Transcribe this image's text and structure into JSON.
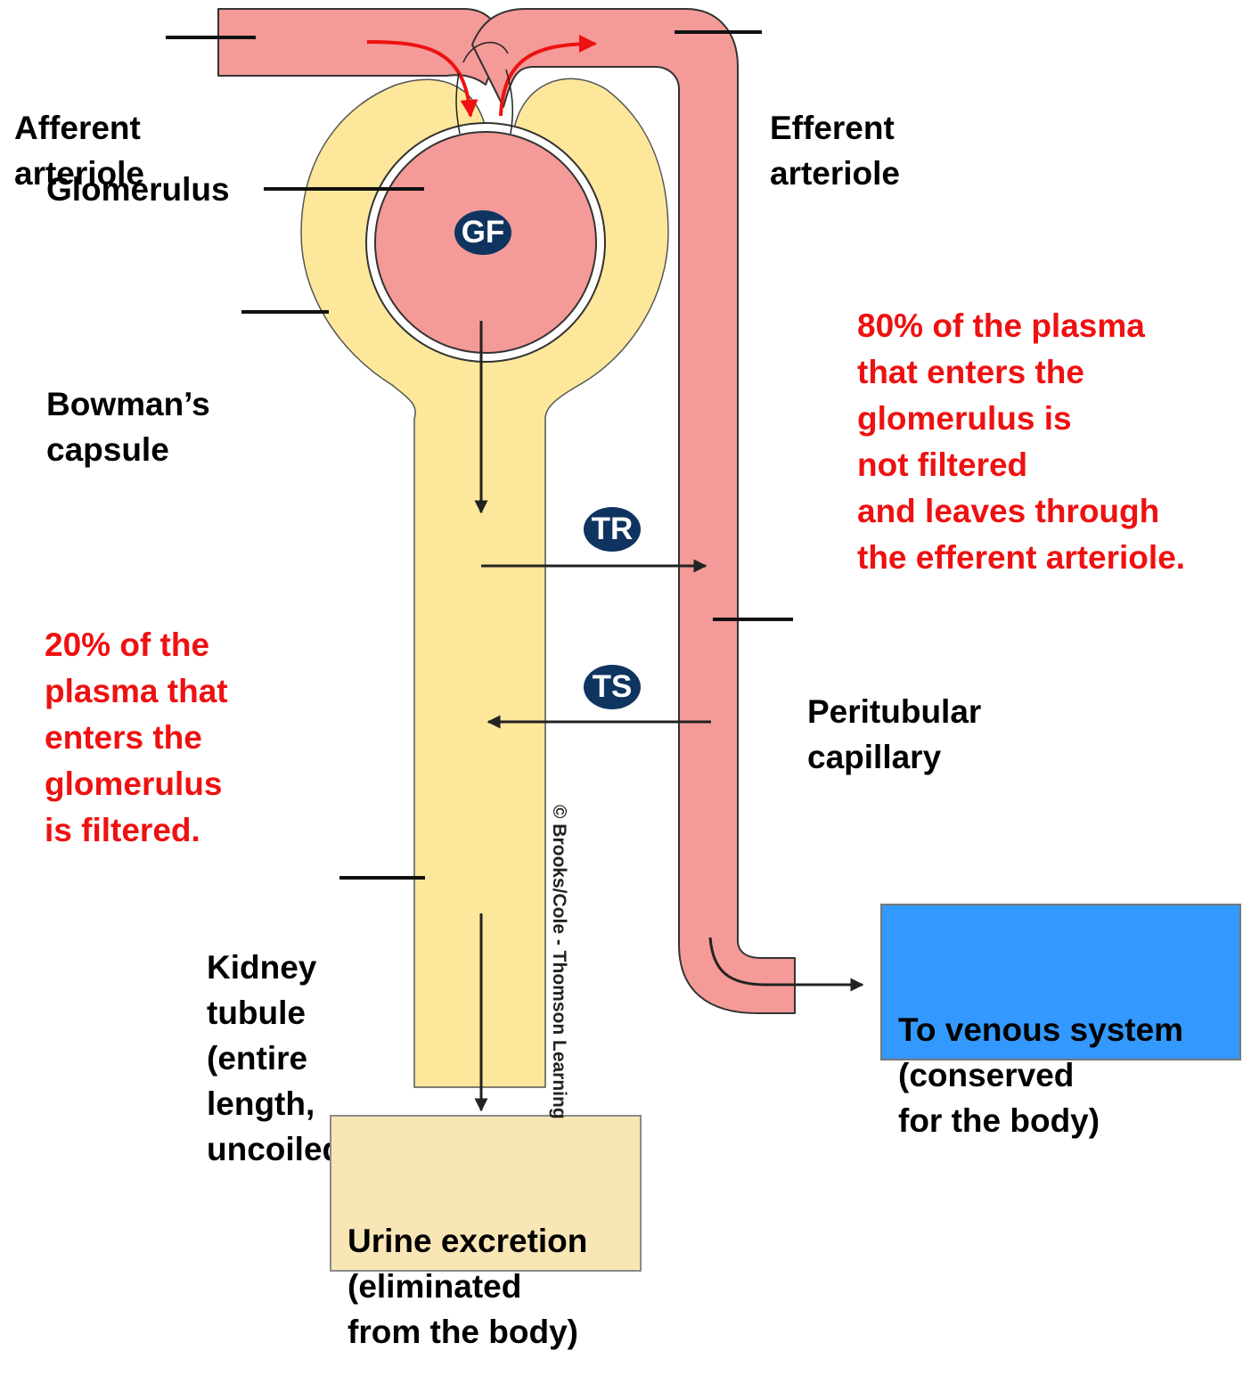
{
  "labels": {
    "afferent": [
      "Afferent",
      "arteriole"
    ],
    "efferent": [
      "Efferent",
      "arteriole"
    ],
    "glomerulus": "Glomerulus",
    "bowman": [
      "Bowman’s",
      "capsule"
    ],
    "peritubular": [
      "Peritubular",
      "capillary"
    ],
    "kidney_tubule": [
      "Kidney",
      "tubule",
      "(entire",
      "length,",
      "uncoiled)"
    ]
  },
  "badges": {
    "gf": "GF",
    "tr": "TR",
    "ts": "TS"
  },
  "notes": {
    "not_filtered": [
      "80% of the plasma",
      "that enters the",
      "glomerulus is",
      "not filtered",
      "and leaves through",
      "the efferent arteriole."
    ],
    "filtered": [
      "20% of the",
      "plasma that",
      "enters the",
      "glomerulus",
      "is filtered."
    ]
  },
  "boxes": {
    "urine": [
      "Urine excretion",
      "(eliminated",
      "from the body)"
    ],
    "venous": [
      "To venous system",
      "(conserved",
      "for the body)"
    ]
  },
  "credit": "© Brooks/Cole - Thomson Learning",
  "colors": {
    "blood": "#f49a98",
    "tubule": "#fde79b",
    "flow_arrow": "#ee1111",
    "note_text": "#ee1111",
    "badge": "#0f3460",
    "urine_box": "#f8e6b5",
    "venous_box": "#3399ff"
  }
}
